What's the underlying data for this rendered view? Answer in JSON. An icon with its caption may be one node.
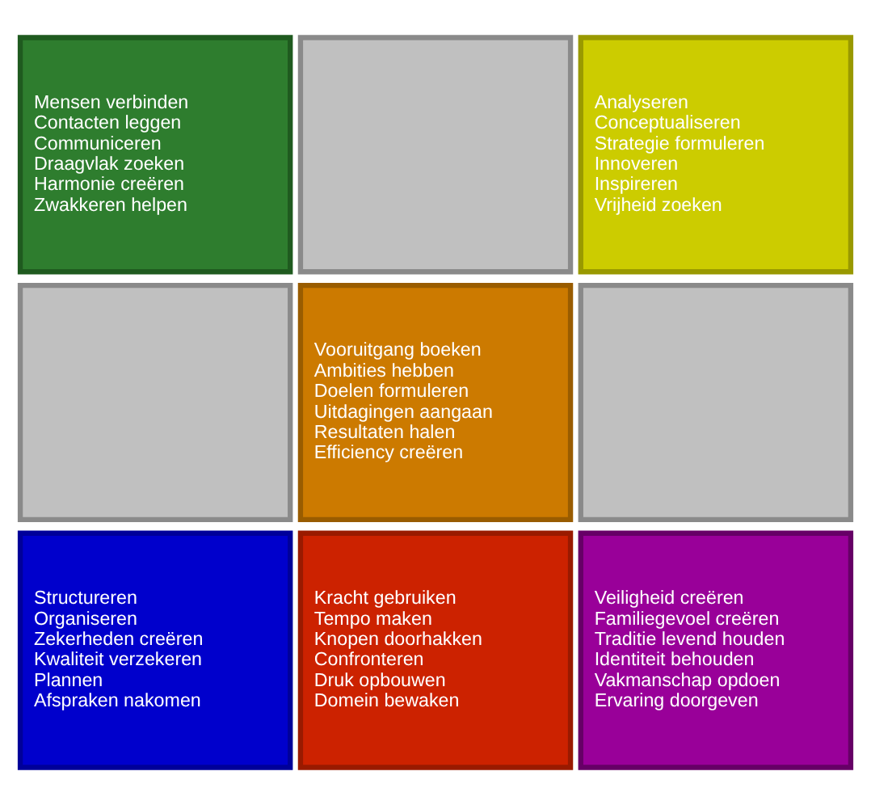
{
  "diagram": {
    "nodes": [
      {
        "text": [
          "Mensen verbinden",
          "Contacten leggen",
          "Communiceren",
          "Draagvlak zoeken",
          "Harmonie creëren",
          "Zwakkeren helpen"
        ]
      },
      {
        "text": [],
        "shape": "box"
      },
      {
        "text": [
          "Analyseren",
          "Conceptualiseren",
          "Strategie formuleren",
          "Innoveren",
          "Inspireren",
          "Vrijheid zoeken"
        ]
      },
      {
        "text": [],
        "shape": "box"
      },
      {
        "text": [
          "Vooruitgang boeken",
          "Ambities hebben",
          "Doelen formuleren",
          "Uitdagingen aangaan",
          "Resultaten halen",
          "Efficiency creëren"
        ]
      },
      {
        "text": [],
        "shape": "box"
      },
      {
        "text": [
          "Structureren",
          "Organiseren",
          "Zekerheden creëren",
          "Kwaliteit verzekeren",
          "Plannen",
          "Afspraken nakomen"
        ]
      },
      {
        "text": [
          "Kracht gebruiken",
          "Tempo maken",
          "Knopen doorhakken",
          "Confronteren",
          "Druk opbouwen",
          "Domein bewaken"
        ]
      },
      {
        "text": [
          "Veiligheid creëren",
          "Familiegevoel creëren",
          "Traditie levend houden",
          "Identiteit behouden",
          "Vakmanschap opdoen",
          "Ervaring doorgeven"
        ]
      }
    ],
    "edges": []
  }
}
